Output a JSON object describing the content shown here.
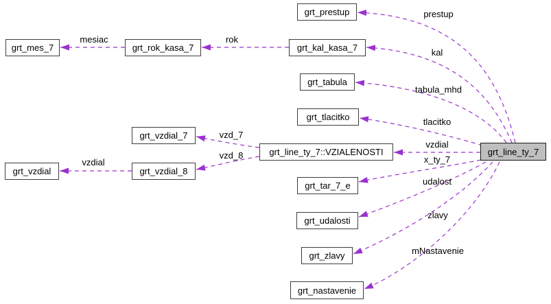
{
  "diagram": {
    "kind": "collaboration-graph",
    "colors": {
      "background": "#ffffff",
      "edge": "#9a32cd",
      "node_border": "#3d3d3d",
      "node_fill": "#ffffff",
      "main_node_fill": "#bfbfbf",
      "text": "#000000"
    }
  },
  "nodes": {
    "grt_line_ty_7": {
      "label": "grt_line_ty_7",
      "main": true
    },
    "grt_prestup": {
      "label": "grt_prestup"
    },
    "grt_mes_7": {
      "label": "grt_mes_7"
    },
    "grt_rok_kasa_7": {
      "label": "grt_rok_kasa_7"
    },
    "grt_kal_kasa_7": {
      "label": "grt_kal_kasa_7"
    },
    "grt_tabula": {
      "label": "grt_tabula"
    },
    "grt_tlacitko": {
      "label": "grt_tlacitko"
    },
    "vzialenosti": {
      "label": "grt_line_ty_7::VZIALENOSTI"
    },
    "grt_vzdial_7": {
      "label": "grt_vzdial_7"
    },
    "grt_vzdial_8": {
      "label": "grt_vzdial_8"
    },
    "grt_vzdial": {
      "label": "grt_vzdial"
    },
    "grt_tar_7_e": {
      "label": "grt_tar_7_e"
    },
    "grt_udalosti": {
      "label": "grt_udalosti"
    },
    "grt_zlavy": {
      "label": "grt_zlavy"
    },
    "grt_nastavenie": {
      "label": "grt_nastavenie"
    }
  },
  "edge_labels": {
    "prestup": "prestup",
    "kal": "kal",
    "tabula_mhd": "tabula_mhd",
    "tlacitko": "tlacitko",
    "vzdial": "vzdial",
    "x_ty_7": "x_ty_7",
    "udalost": "udalost",
    "zlavy": "zlavy",
    "mnastavenie": "mNastavenie",
    "rok": "rok",
    "mesiac": "mesiac",
    "vzd_7": "vzd_7",
    "vzd_8": "vzd_8",
    "vzdial_left": "vzdial"
  },
  "edges": [
    {
      "from": "grt_line_ty_7",
      "to": "grt_prestup",
      "label": "prestup"
    },
    {
      "from": "grt_line_ty_7",
      "to": "grt_kal_kasa_7",
      "label": "kal"
    },
    {
      "from": "grt_line_ty_7",
      "to": "grt_tabula",
      "label": "tabula_mhd"
    },
    {
      "from": "grt_line_ty_7",
      "to": "grt_tlacitko",
      "label": "tlacitko"
    },
    {
      "from": "grt_line_ty_7",
      "to": "grt_line_ty_7::VZIALENOSTI",
      "label": "vzdial"
    },
    {
      "from": "grt_line_ty_7",
      "to": "grt_tar_7_e",
      "label": "x_ty_7"
    },
    {
      "from": "grt_line_ty_7",
      "to": "grt_udalosti",
      "label": "udalost"
    },
    {
      "from": "grt_line_ty_7",
      "to": "grt_zlavy",
      "label": "zlavy"
    },
    {
      "from": "grt_line_ty_7",
      "to": "grt_nastavenie",
      "label": "mNastavenie"
    },
    {
      "from": "grt_kal_kasa_7",
      "to": "grt_rok_kasa_7",
      "label": "rok"
    },
    {
      "from": "grt_rok_kasa_7",
      "to": "grt_mes_7",
      "label": "mesiac"
    },
    {
      "from": "grt_line_ty_7::VZIALENOSTI",
      "to": "grt_vzdial_7",
      "label": "vzd_7"
    },
    {
      "from": "grt_line_ty_7::VZIALENOSTI",
      "to": "grt_vzdial_8",
      "label": "vzd_8"
    },
    {
      "from": "grt_vzdial_8",
      "to": "grt_vzdial",
      "label": "vzdial"
    }
  ]
}
